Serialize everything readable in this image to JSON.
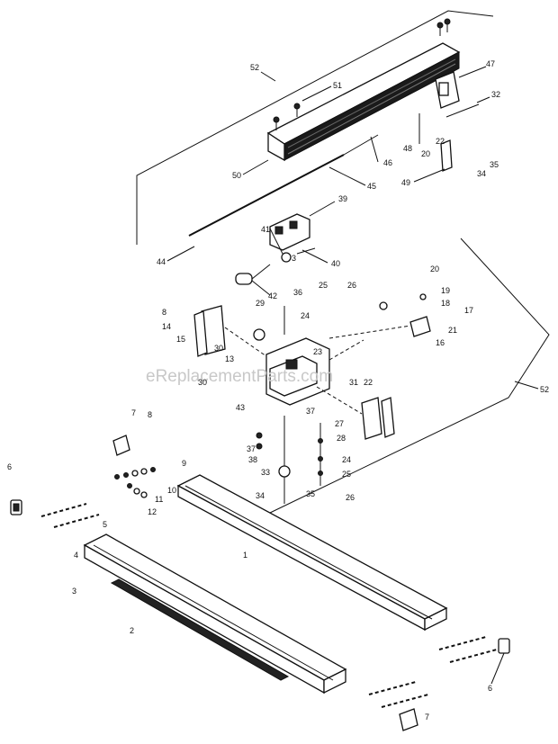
{
  "watermark": "eReplacementParts.com",
  "callouts": [
    {
      "id": "c52a",
      "text": "52"
    },
    {
      "id": "c51",
      "text": "51"
    },
    {
      "id": "c47",
      "text": "47"
    },
    {
      "id": "c32a",
      "text": "32"
    },
    {
      "id": "c48",
      "text": "48"
    },
    {
      "id": "c20a",
      "text": "20"
    },
    {
      "id": "c22a",
      "text": "22"
    },
    {
      "id": "c35a",
      "text": "35"
    },
    {
      "id": "c34a",
      "text": "34"
    },
    {
      "id": "c46",
      "text": "46"
    },
    {
      "id": "c50",
      "text": "50"
    },
    {
      "id": "c49",
      "text": "49"
    },
    {
      "id": "c45",
      "text": "45"
    },
    {
      "id": "c39",
      "text": "39"
    },
    {
      "id": "c41",
      "text": "41"
    },
    {
      "id": "c3a",
      "text": "3"
    },
    {
      "id": "c40",
      "text": "40"
    },
    {
      "id": "c44",
      "text": "44"
    },
    {
      "id": "c42",
      "text": "42"
    },
    {
      "id": "c20b",
      "text": "20"
    },
    {
      "id": "c19",
      "text": "19"
    },
    {
      "id": "c18",
      "text": "18"
    },
    {
      "id": "c17",
      "text": "17"
    },
    {
      "id": "c36",
      "text": "36"
    },
    {
      "id": "c25a",
      "text": "25"
    },
    {
      "id": "c26a",
      "text": "26"
    },
    {
      "id": "c24a",
      "text": "24"
    },
    {
      "id": "c29",
      "text": "29"
    },
    {
      "id": "c8a",
      "text": "8"
    },
    {
      "id": "c14",
      "text": "14"
    },
    {
      "id": "c15",
      "text": "15"
    },
    {
      "id": "c30a",
      "text": "30"
    },
    {
      "id": "c21",
      "text": "21"
    },
    {
      "id": "c16",
      "text": "16"
    },
    {
      "id": "c23",
      "text": "23"
    },
    {
      "id": "c13",
      "text": "13"
    },
    {
      "id": "c30b",
      "text": "30"
    },
    {
      "id": "c43",
      "text": "43"
    },
    {
      "id": "c31",
      "text": "31"
    },
    {
      "id": "c22b",
      "text": "22"
    },
    {
      "id": "c52b",
      "text": "52"
    },
    {
      "id": "c7a",
      "text": "7"
    },
    {
      "id": "c8b",
      "text": "8"
    },
    {
      "id": "c37a",
      "text": "37"
    },
    {
      "id": "c27",
      "text": "27"
    },
    {
      "id": "c28",
      "text": "28"
    },
    {
      "id": "c37b",
      "text": "37"
    },
    {
      "id": "c38",
      "text": "38"
    },
    {
      "id": "c24b",
      "text": "24"
    },
    {
      "id": "c25b",
      "text": "25"
    },
    {
      "id": "c26b",
      "text": "26"
    },
    {
      "id": "c6a",
      "text": "6"
    },
    {
      "id": "c9",
      "text": "9"
    },
    {
      "id": "c10",
      "text": "10"
    },
    {
      "id": "c11",
      "text": "11"
    },
    {
      "id": "c12",
      "text": "12"
    },
    {
      "id": "c33",
      "text": "33"
    },
    {
      "id": "c34b",
      "text": "34"
    },
    {
      "id": "c35b",
      "text": "35"
    },
    {
      "id": "c5",
      "text": "5"
    },
    {
      "id": "c4",
      "text": "4"
    },
    {
      "id": "c1",
      "text": "1"
    },
    {
      "id": "c3b",
      "text": "3"
    },
    {
      "id": "c2",
      "text": "2"
    },
    {
      "id": "c6b",
      "text": "6"
    },
    {
      "id": "c7b",
      "text": "7"
    }
  ]
}
